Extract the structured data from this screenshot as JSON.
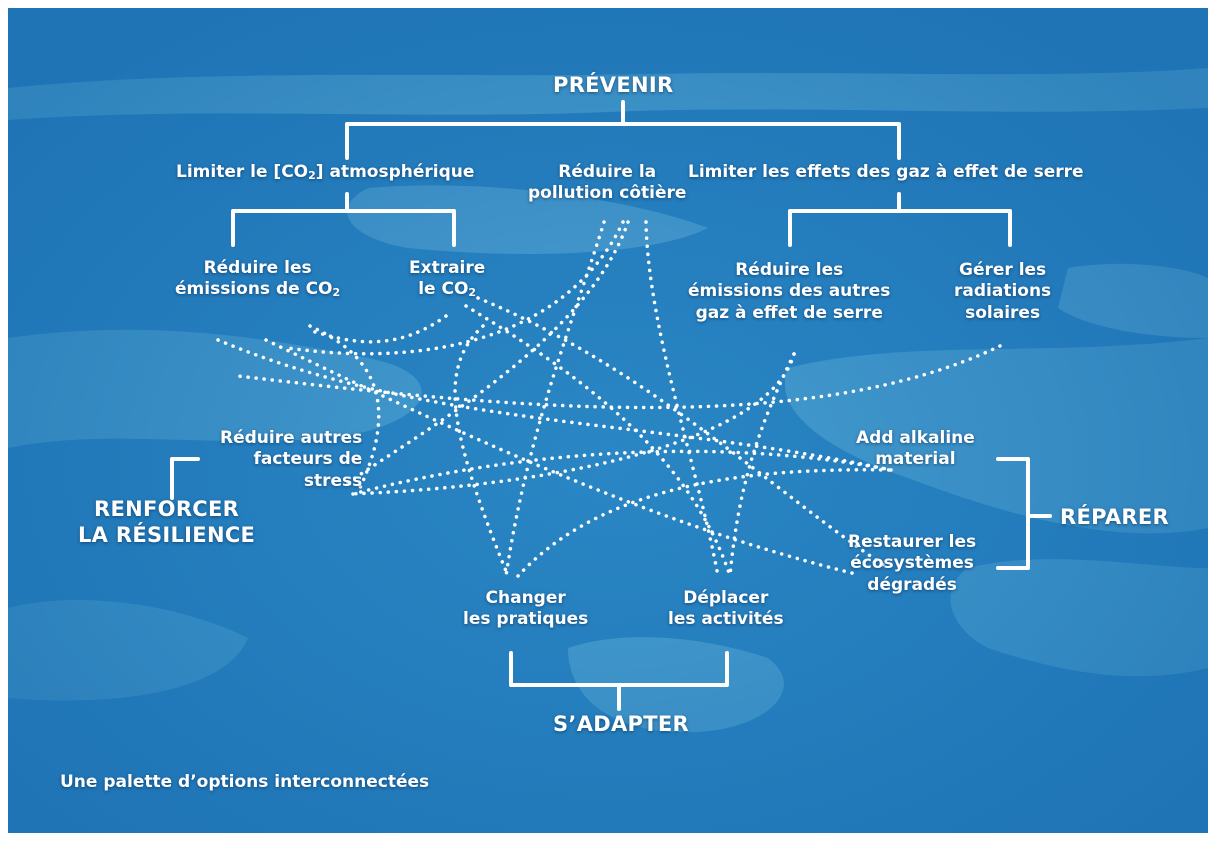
{
  "colors": {
    "sea_deep": "#1565a8",
    "sea_mid": "#2a86c4",
    "reef": "#5db3db",
    "shallow": "#8fd3ee",
    "line": "#ffffff"
  },
  "groups": {
    "prevenir": "PRÉVENIR",
    "sadapter": "S’ADAPTER",
    "reparer": "RÉPARER",
    "renforcer": [
      "RENFORCER",
      "LA RÉSILIENCE"
    ]
  },
  "options": {
    "limiter_co2": {
      "pre": "Limiter le [CO",
      "sub": "2",
      "post": "] atmosphérique"
    },
    "pollution": [
      "Réduire la",
      "pollution côtière"
    ],
    "limiter_gaz": "Limiter les effets des gaz à effet de serre",
    "reduire_emissions": {
      "line1": "Réduire les",
      "pre": "émissions de CO",
      "sub": "2"
    },
    "extraire": {
      "line1": "Extraire",
      "pre": "le CO",
      "sub": "2"
    },
    "reduire_autres": [
      "Réduire les",
      "émissions des autres",
      "gaz à effet de serre"
    ],
    "gerer_radiations": [
      "Gérer les",
      "radiations",
      "solaires"
    ],
    "reduire_stress": [
      "Réduire autres",
      "facteurs de",
      "stress"
    ],
    "alkaline": [
      "Add alkaline",
      "material"
    ],
    "restaurer": [
      "Restaurer les",
      "écosystèmes",
      "dégradés"
    ],
    "changer": [
      "Changer",
      "les pratiques"
    ],
    "deplacer": [
      "Déplacer",
      "les activités"
    ]
  },
  "caption": "Une palette d’options interconnectées"
}
